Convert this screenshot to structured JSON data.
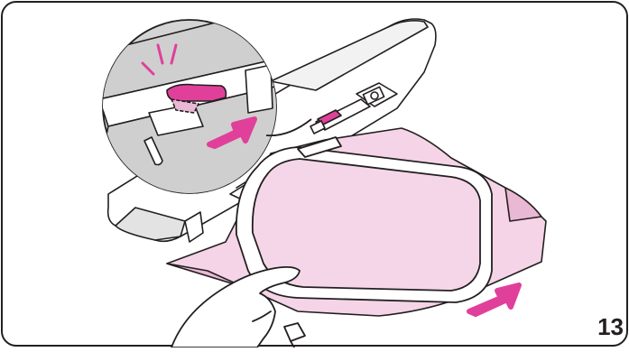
{
  "figure": {
    "step_number": "13",
    "colors": {
      "outline": "#231f20",
      "machine_body": "#ffffff",
      "machine_shadow": "#d9d9d9",
      "fabric_fill": "#f4d4e6",
      "fabric_fold": "#e9b8d4",
      "hoop_inner": "#f5d6e8",
      "arrow_magenta": "#e0409a",
      "zoom_circle_fill": "#d4d4d4",
      "frame_border": "#231f20"
    },
    "icons": [
      "zoom-callout-circle",
      "push-arrow",
      "click-sound-marks",
      "hand",
      "embroidery-hoop"
    ]
  }
}
